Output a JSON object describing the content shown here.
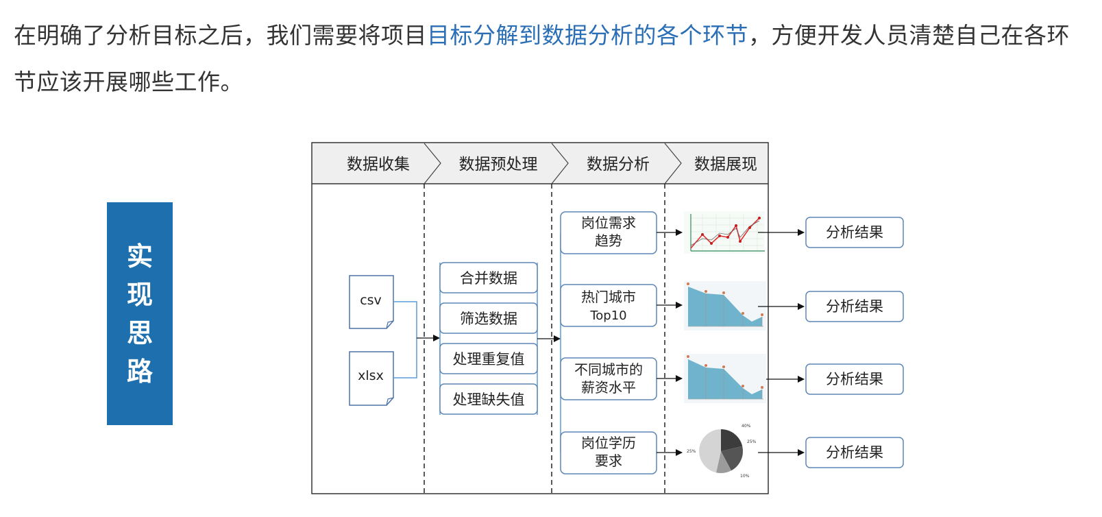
{
  "intro": {
    "part1": "在明确了分析目标之后，我们需要将项目",
    "highlight": "目标分解到数据分析的各个环节",
    "part2": "，方便开发人员清楚自己在各环节应该开展哪些工作。"
  },
  "side_label": [
    "实",
    "现",
    "思",
    "路"
  ],
  "diagram": {
    "stages": [
      "数据收集",
      "数据预处理",
      "数据分析",
      "数据展现"
    ],
    "files": [
      "csv",
      "xlsx"
    ],
    "preprocess": [
      "合并数据",
      "筛选数据",
      "处理重复值",
      "处理缺失值"
    ],
    "analysis": [
      {
        "line1": "岗位需求",
        "line2": "趋势"
      },
      {
        "line1": "热门城市",
        "line2": "Top10"
      },
      {
        "line1": "不同城市的",
        "line2": "薪资水平"
      },
      {
        "line1": "岗位学历",
        "line2": "要求"
      }
    ],
    "results": [
      "分析结果",
      "分析结果",
      "分析结果",
      "分析结果"
    ],
    "pie_labels": [
      "40%",
      "25%",
      "25%",
      "10%"
    ]
  },
  "colors": {
    "accent_text": "#2a6eb5",
    "side_bg": "#1e6fae",
    "box_border": "#5b86b6",
    "area_fill": "#6fb3cc"
  }
}
